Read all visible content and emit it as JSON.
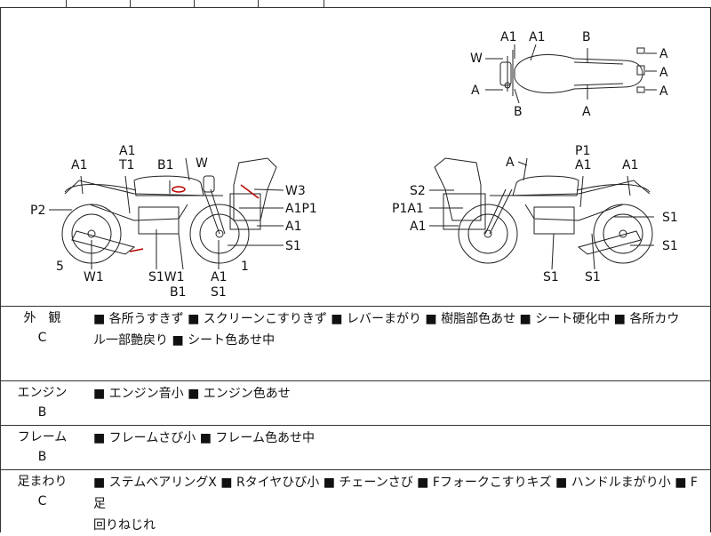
{
  "diagram": {
    "top_view_labels": {
      "a1_left": "A1",
      "a1_right": "A1",
      "b_top": "B",
      "w": "W",
      "a_left": "A",
      "b_bottom": "B",
      "a_bottom": "A",
      "a_r1": "A",
      "a_r2": "A",
      "a_r3": "A"
    },
    "left_side_labels": {
      "a1_top": "A1",
      "t1": "T1",
      "a1_rear": "A1",
      "b1_top": "B1",
      "w_top": "W",
      "p2": "P2",
      "w3": "W3",
      "a1p1": "A1P1",
      "a1_mid": "A1",
      "s1_right": "S1",
      "five": "5",
      "one": "1",
      "w1": "W1",
      "s1w1": "S1W1",
      "b1_bottom": "B1",
      "a1_bottom": "A1",
      "s1_bottom": "S1"
    },
    "right_side_labels": {
      "a": "A",
      "p1": "P1",
      "a1_mid": "A1",
      "a1_rear": "A1",
      "s2": "S2",
      "p1a1": "P1A1",
      "a1_low": "A1",
      "s1_r1": "S1",
      "s1_r2": "S1",
      "s1_b1": "S1",
      "s1_b2": "S1"
    }
  },
  "sections": [
    {
      "title_1": "外　観",
      "title_2": "C",
      "line_1": "■ 各所うすきず ■ スクリーンこすりきず ■ レバーまがり ■ 樹脂部色あせ ■ シート硬化中 ■ 各所カウ",
      "line_2": "ル一部艶戻り ■ シート色あせ中"
    },
    {
      "title_1": "エンジン",
      "title_2": "B",
      "line_1": "■ エンジン音小 ■ エンジン色あせ",
      "line_2": ""
    },
    {
      "title_1": "フレーム",
      "title_2": "B",
      "line_1": "■ フレームさび小 ■ フレーム色あせ中",
      "line_2": ""
    },
    {
      "title_1": "足まわり",
      "title_2": "C",
      "line_1": "■ ステムベアリングX ■ Rタイヤひび小 ■ チェーンさび ■ Fフォークこすりキズ ■ ハンドルまがり小 ■ F足",
      "line_2": "回りねじれ"
    }
  ]
}
